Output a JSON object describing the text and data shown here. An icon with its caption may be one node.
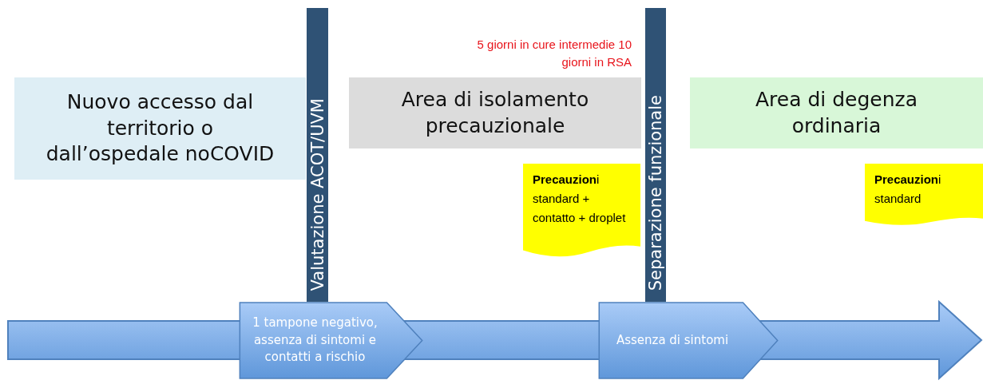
{
  "diagram": {
    "nodes": [
      {
        "text": [
          "Nuovo accesso dal territorio o dall’ospedale noCOVID"
        ]
      },
      {
        "text": [
          "Valutazione ACOT/UVM"
        ]
      },
      {
        "text": [
          "Area di isolamento precauzionale"
        ],
        "beside": [
          "5 giorni in cure intermedie 10 giorni in RSA"
        ]
      },
      {
        "text": [
          "Separazione funzionale"
        ]
      },
      {
        "text": [
          "Area di degenza ordinaria"
        ]
      },
      {
        "text": [
          "**Precauzion**i standard + contatto + droplet"
        ]
      },
      {
        "text": [
          "**Precauzion**i standard"
        ]
      },
      {
        "text": [
          "1 tampone negativo, assenza di sintomi e contatti a rischio"
        ]
      },
      {
        "text": [
          "Assenza di sintomi"
        ]
      }
    ]
  }
}
